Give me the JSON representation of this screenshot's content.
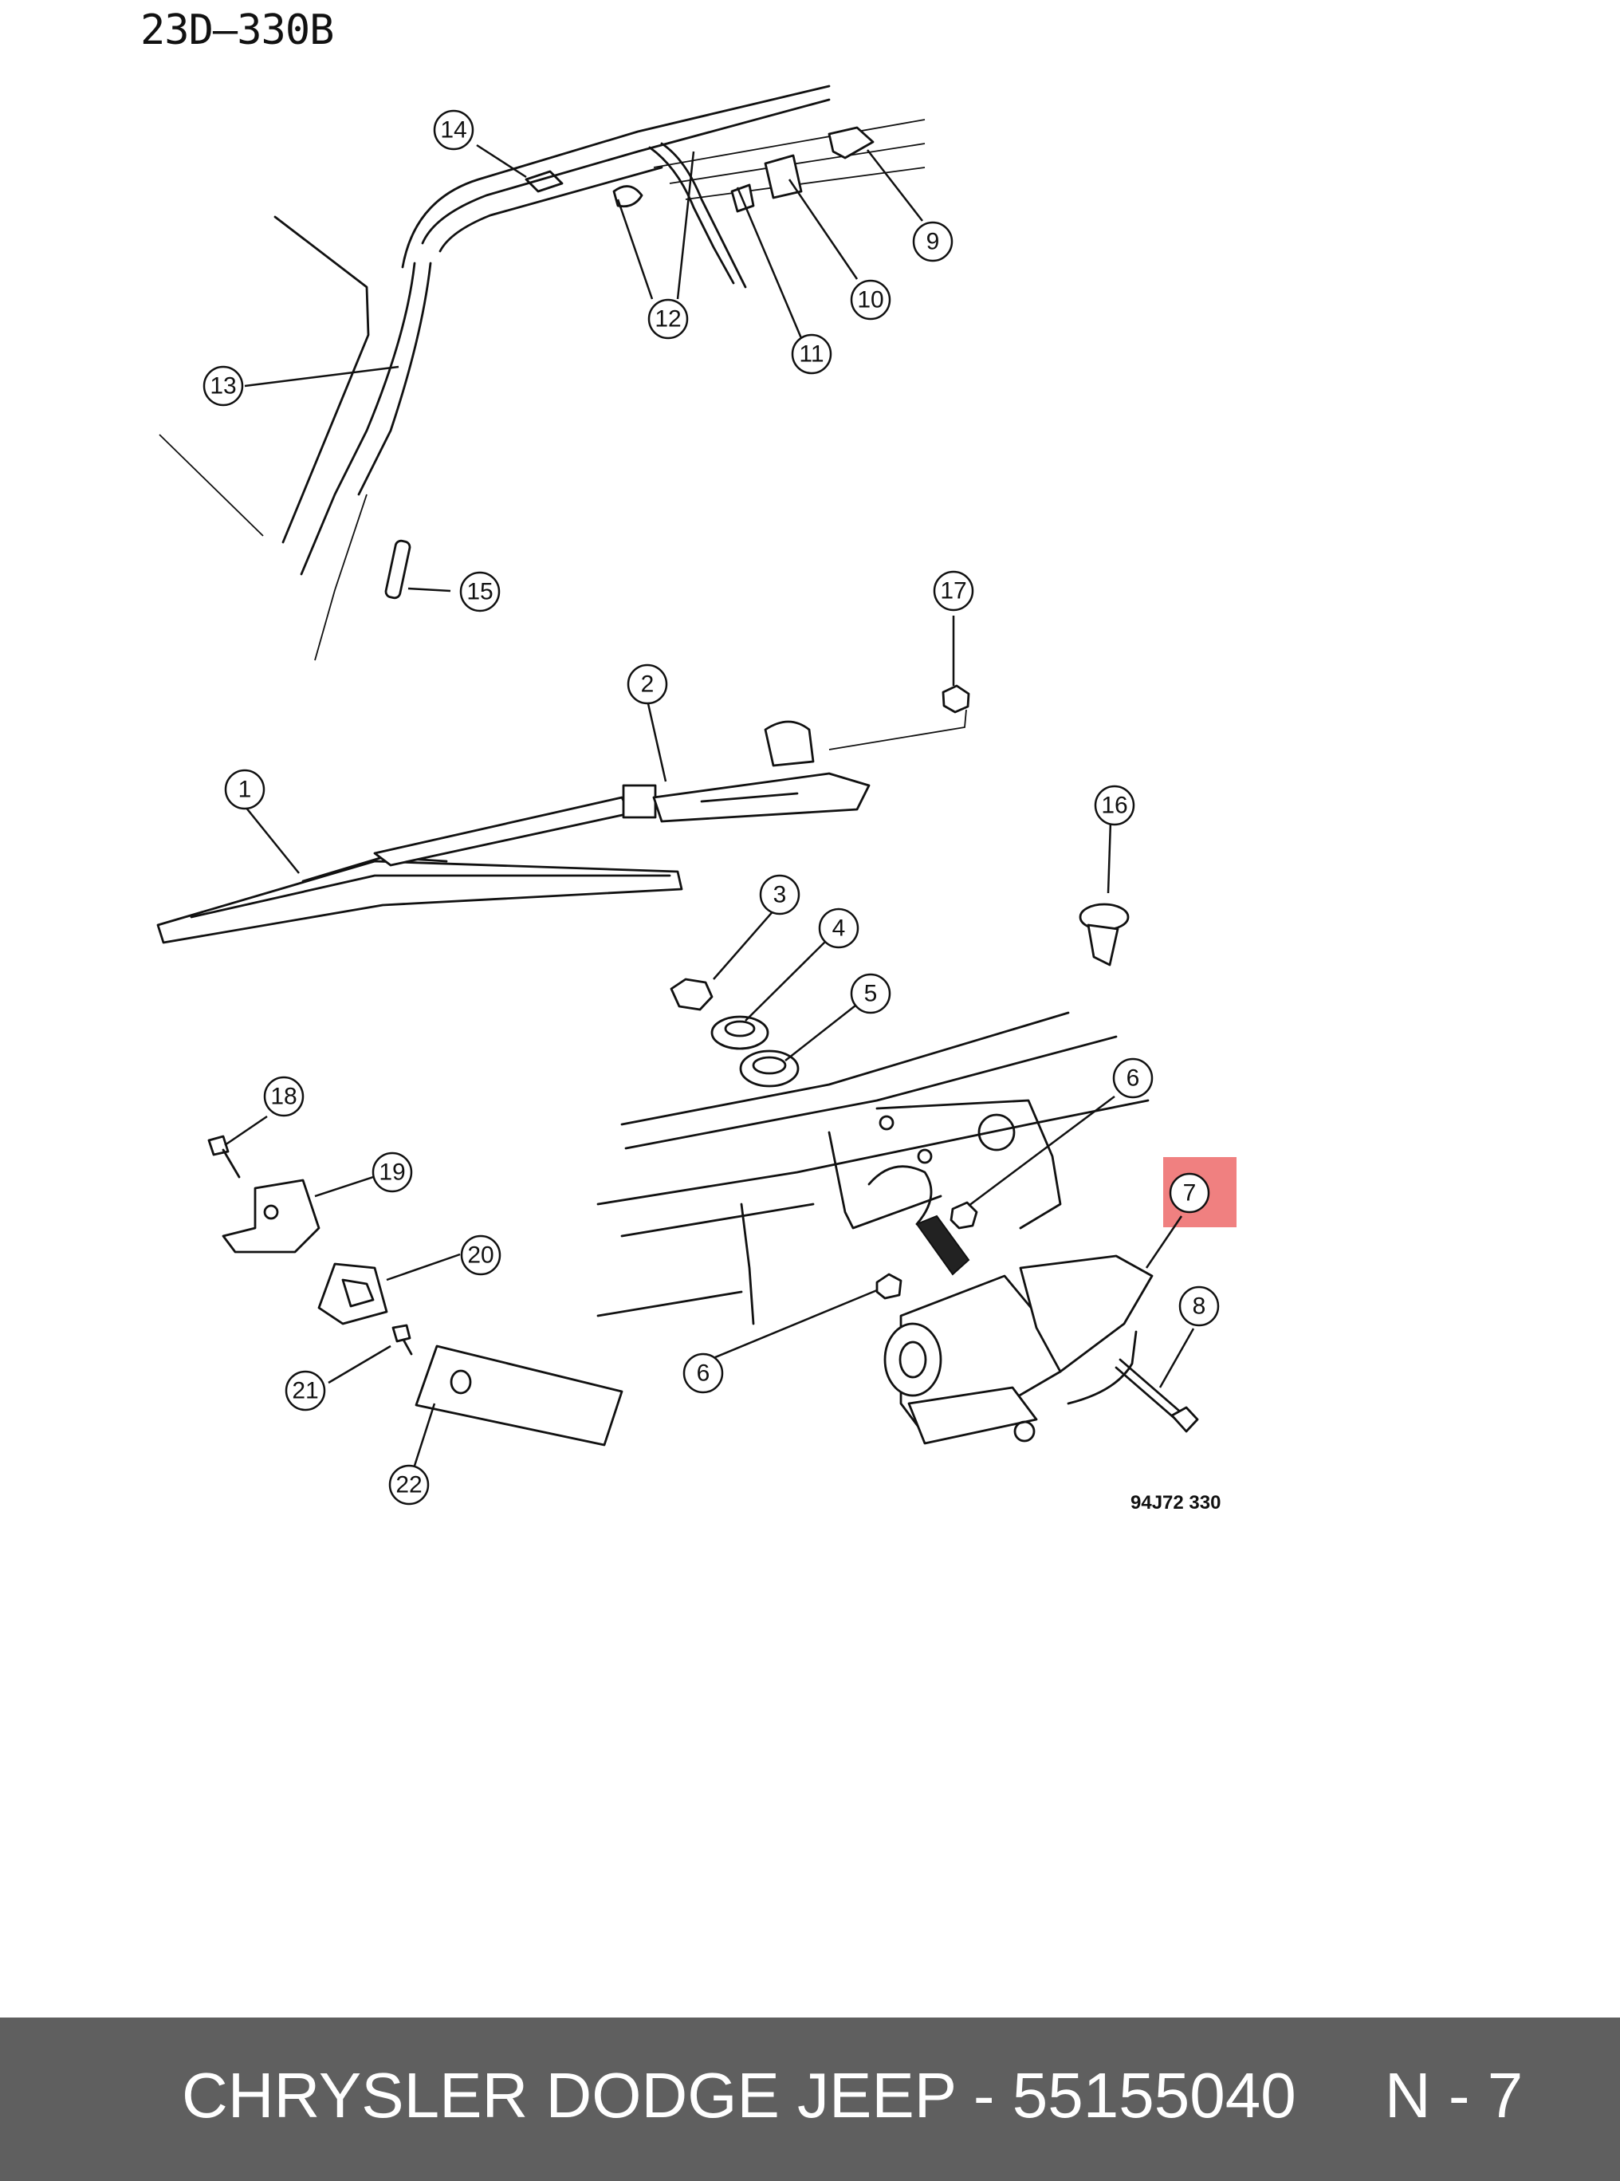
{
  "diagram": {
    "drawing_code": "23D–330B",
    "figure_code": "94J72  330",
    "highlight_color": "#f08080",
    "highlighted_callout": "7",
    "callouts": [
      {
        "id": "c1",
        "label": "1"
      },
      {
        "id": "c2",
        "label": "2"
      },
      {
        "id": "c3",
        "label": "3"
      },
      {
        "id": "c4",
        "label": "4"
      },
      {
        "id": "c5",
        "label": "5"
      },
      {
        "id": "c6a",
        "label": "6"
      },
      {
        "id": "c6b",
        "label": "6"
      },
      {
        "id": "c7",
        "label": "7"
      },
      {
        "id": "c8",
        "label": "8"
      },
      {
        "id": "c9",
        "label": "9"
      },
      {
        "id": "c10",
        "label": "10"
      },
      {
        "id": "c11",
        "label": "11"
      },
      {
        "id": "c12",
        "label": "12"
      },
      {
        "id": "c13",
        "label": "13"
      },
      {
        "id": "c14",
        "label": "14"
      },
      {
        "id": "c15",
        "label": "15"
      },
      {
        "id": "c16",
        "label": "16"
      },
      {
        "id": "c17",
        "label": "17"
      },
      {
        "id": "c18",
        "label": "18"
      },
      {
        "id": "c19",
        "label": "19"
      },
      {
        "id": "c20",
        "label": "20"
      },
      {
        "id": "c21",
        "label": "21"
      },
      {
        "id": "c22",
        "label": "22"
      }
    ]
  },
  "footer": {
    "text": "CHRYSLER DODGE JEEP - 55155040     N - 7",
    "background": "#5f5f5f",
    "text_color": "#ffffff"
  }
}
